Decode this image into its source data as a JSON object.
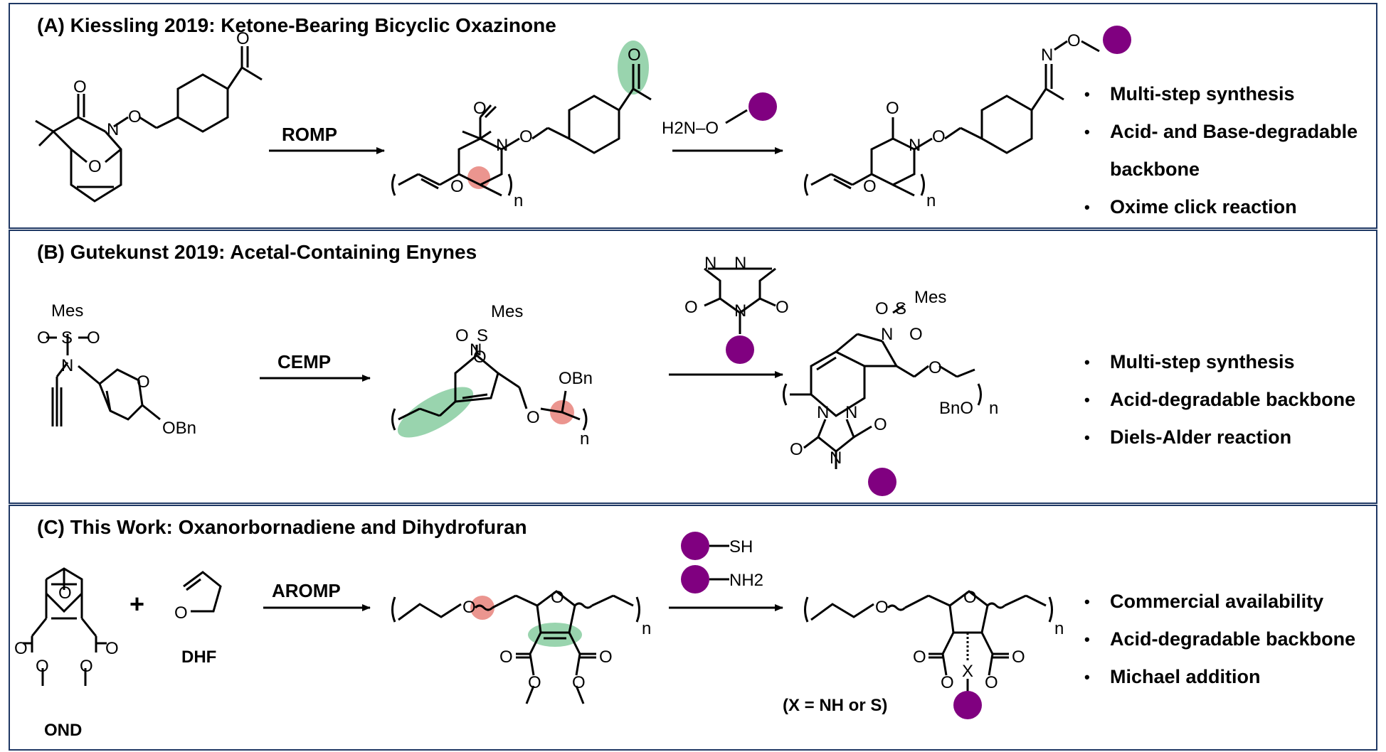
{
  "panels": {
    "a": {
      "title": "(A) Kiessling 2019: Ketone-Bearing Bicyclic Oxazinone",
      "arrow_label": "ROMP",
      "reagent": "H2N–O",
      "bullets": [
        "Multi-step synthesis",
        "Acid- and Base-degradable",
        "backbone",
        "Oxime click reaction"
      ]
    },
    "b": {
      "title": "(B) Gutekunst 2019: Acetal-Containing Enynes",
      "arrow_label": "CEMP",
      "bullets": [
        "Multi-step synthesis",
        "Acid-degradable backbone",
        "Diels-Alder reaction"
      ]
    },
    "c": {
      "title": "(C) This Work: Oxanorbornadiene and Dihydrofuran",
      "arrow_label": "AROMP",
      "reagent_sh": "SH",
      "reagent_nh2": "NH2",
      "monomer1_label": "OND",
      "monomer2_label": "DHF",
      "x_note": "(X = NH or S)",
      "bullets": [
        "Commercial availability",
        "Acid-degradable backbone",
        "Michael addition"
      ]
    }
  },
  "atoms": {
    "O": "O",
    "N": "N",
    "S": "S",
    "X": "X",
    "n": "n",
    "plus": "+",
    "Mes": "Mes",
    "OBn": "OBn",
    "BnO": "BnO",
    "H2N": "H2N"
  },
  "colors": {
    "border": "#1f3864",
    "purple_label": "#800080",
    "green_highlight": "#7fc99a",
    "red_highlight": "#e8837b"
  }
}
